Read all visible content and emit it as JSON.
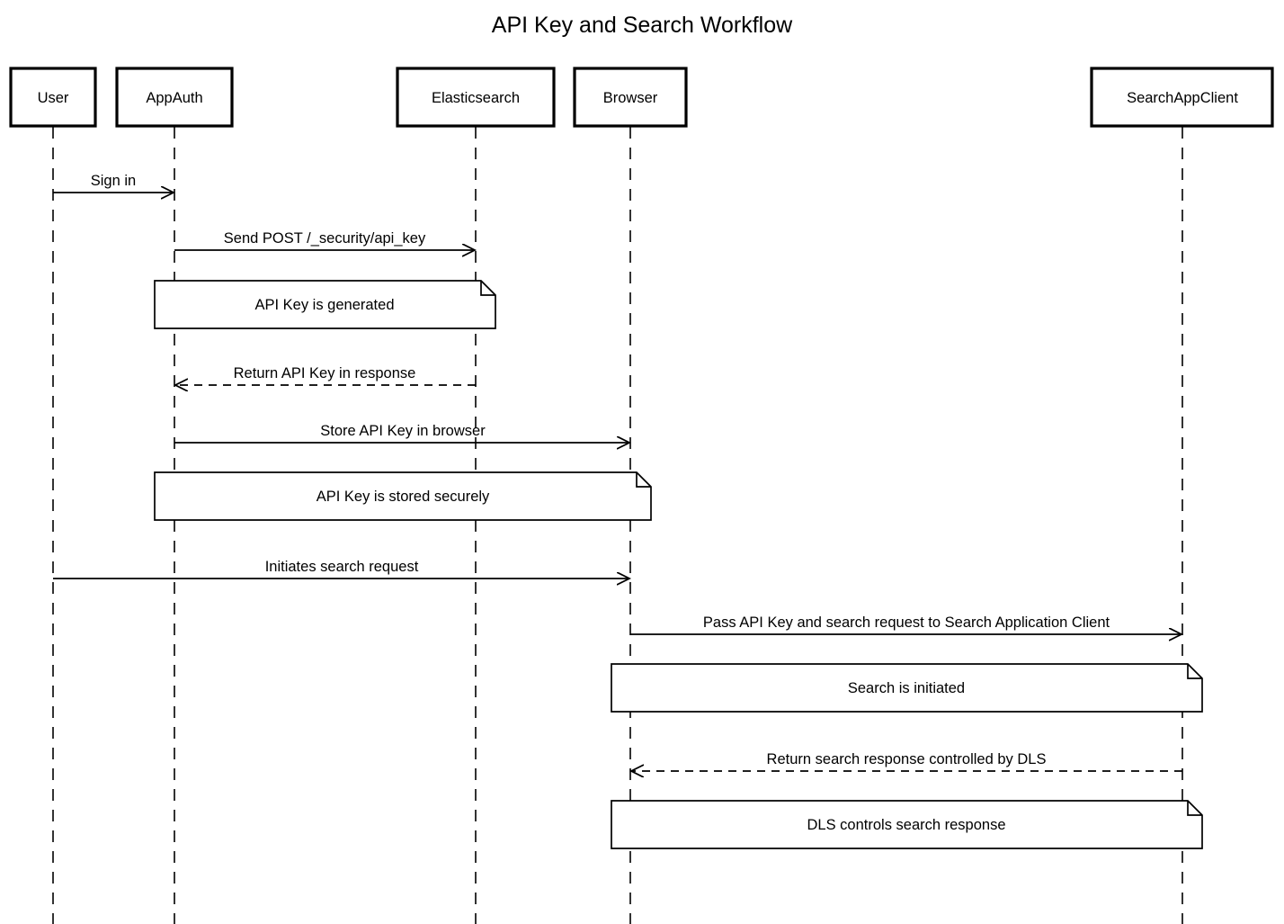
{
  "title": "API Key and Search Workflow",
  "colors": {
    "foreground": "#000000",
    "background": "#ffffff",
    "actor_fill": "#ffffff",
    "note_fill": "#ffffff"
  },
  "actors": [
    {
      "id": "user",
      "label": "User"
    },
    {
      "id": "appauth",
      "label": "AppAuth"
    },
    {
      "id": "elasticsearch",
      "label": "Elasticsearch"
    },
    {
      "id": "browser",
      "label": "Browser"
    },
    {
      "id": "searchappclient",
      "label": "SearchAppClient"
    }
  ],
  "messages": [
    {
      "from": "User",
      "to": "AppAuth",
      "label": "Sign in",
      "line": "solid"
    },
    {
      "from": "AppAuth",
      "to": "Elasticsearch",
      "label": "Send POST /_security/api_key",
      "line": "solid"
    },
    {
      "from": "Elasticsearch",
      "to": "AppAuth",
      "label": "Return API Key in response",
      "line": "dashed"
    },
    {
      "from": "AppAuth",
      "to": "Browser",
      "label": "Store API Key in browser",
      "line": "solid"
    },
    {
      "from": "User",
      "to": "Browser",
      "label": "Initiates search request",
      "line": "solid"
    },
    {
      "from": "Browser",
      "to": "SearchAppClient",
      "label": "Pass API Key and search request to Search Application Client",
      "line": "solid"
    },
    {
      "from": "SearchAppClient",
      "to": "Browser",
      "label": "Return search response controlled by DLS",
      "line": "dashed"
    }
  ],
  "notes": [
    {
      "label": "API Key is generated",
      "over": "AppAuth, Elasticsearch"
    },
    {
      "label": "API Key is stored securely",
      "over": "AppAuth, Browser"
    },
    {
      "label": "Search is initiated",
      "over": "Browser, SearchAppClient"
    },
    {
      "label": "DLS controls search response",
      "over": "Browser, SearchAppClient"
    }
  ]
}
